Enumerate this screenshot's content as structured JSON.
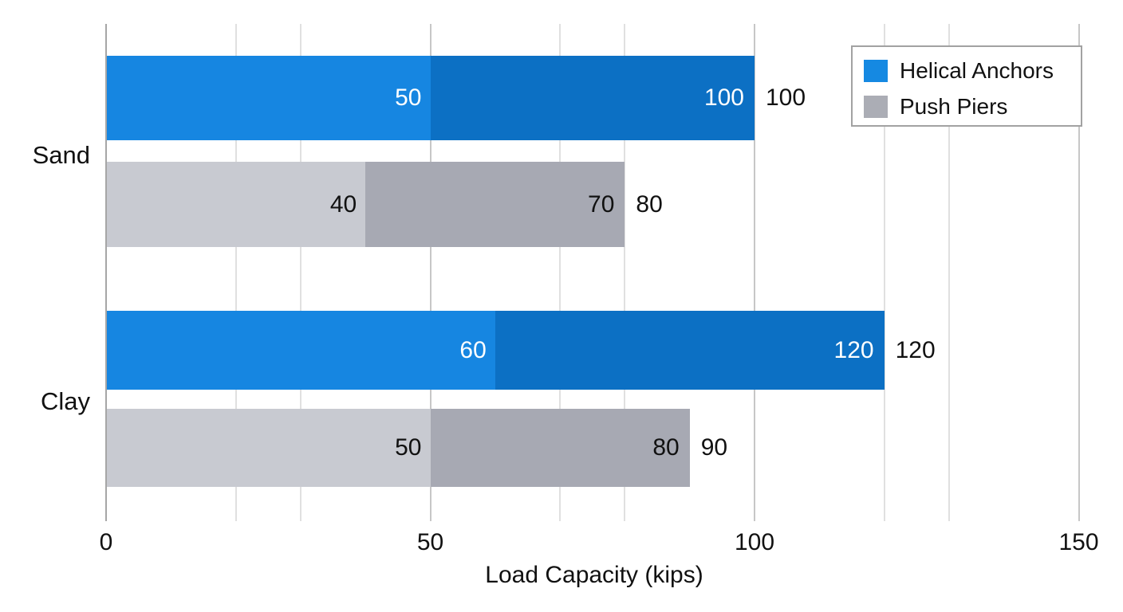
{
  "chart_data": {
    "type": "bar",
    "orientation": "horizontal",
    "title": "",
    "xlabel": "Load Capacity (kips)",
    "x_range": [
      0,
      150
    ],
    "x_ticks": [
      0,
      50,
      100,
      150
    ],
    "gridline_values": [
      0,
      20,
      30,
      50,
      70,
      80,
      100,
      120,
      130,
      150
    ],
    "grid": "vertical-only",
    "categories": [
      "Sand",
      "Clay"
    ],
    "legend": {
      "position": "top-right",
      "entries": [
        {
          "label": "Helical Anchors",
          "color": "#1589e2"
        },
        {
          "label": "Push Piers",
          "color": "#abadb5"
        }
      ]
    },
    "series": [
      {
        "name": "Helical Anchors",
        "segment_colors": [
          "#1686e1",
          "#0c70c4"
        ],
        "label_color": "#ffffff"
      },
      {
        "name": "Push Piers",
        "segment_colors": [
          "#c8cad1",
          "#a7a9b3"
        ],
        "label_color": "#111111"
      }
    ],
    "bars": [
      {
        "category": "Sand",
        "series": "Helical Anchors",
        "segment_bounds": [
          50,
          100
        ],
        "segment_labels": [
          "50",
          "100"
        ],
        "total": 100,
        "total_label": "100"
      },
      {
        "category": "Sand",
        "series": "Push Piers",
        "segment_bounds": [
          40,
          80
        ],
        "segment_labels": [
          "40",
          "70"
        ],
        "total": 80,
        "total_label": "80"
      },
      {
        "category": "Clay",
        "series": "Helical Anchors",
        "segment_bounds": [
          60,
          120
        ],
        "segment_labels": [
          "60",
          "120"
        ],
        "total": 120,
        "total_label": "120"
      },
      {
        "category": "Clay",
        "series": "Push Piers",
        "segment_bounds": [
          50,
          90
        ],
        "segment_labels": [
          "50",
          "80"
        ],
        "total": 90,
        "total_label": "90"
      }
    ],
    "axis_colors": {
      "zero_line": "#a6a6a6",
      "major_gridline": "#c7c7c7",
      "minor_gridline": "#e0e0e0"
    },
    "text_color": "#111111"
  }
}
